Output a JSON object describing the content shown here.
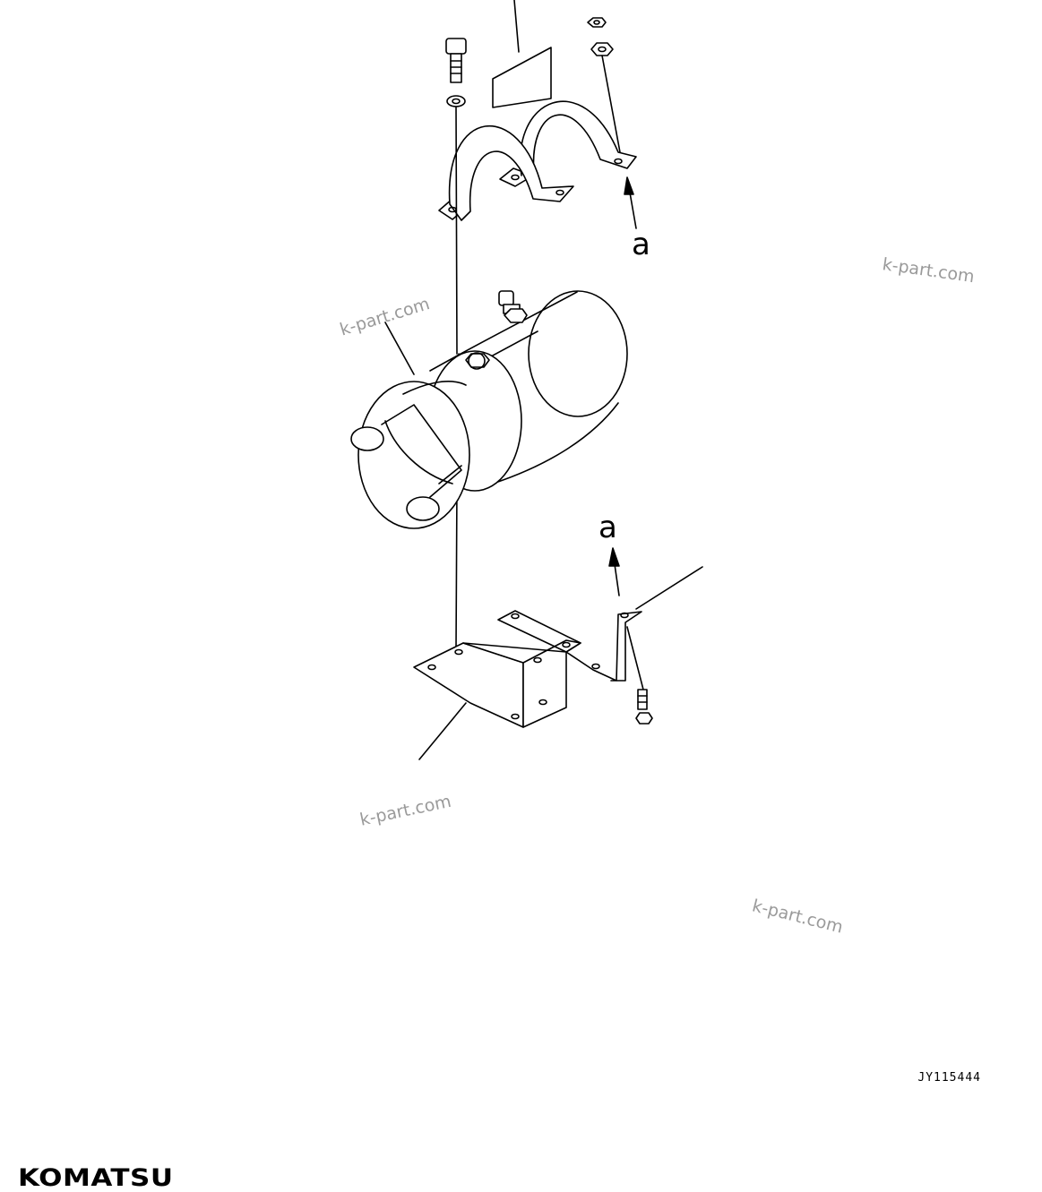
{
  "brand": {
    "name": "KOMATSU"
  },
  "drawing": {
    "code": "JY115444"
  },
  "callouts": {
    "upper_label": "a",
    "lower_label": "a"
  },
  "watermarks": [
    "k-part.com",
    "k-part.com",
    "k-part.com",
    "k-part.com"
  ]
}
